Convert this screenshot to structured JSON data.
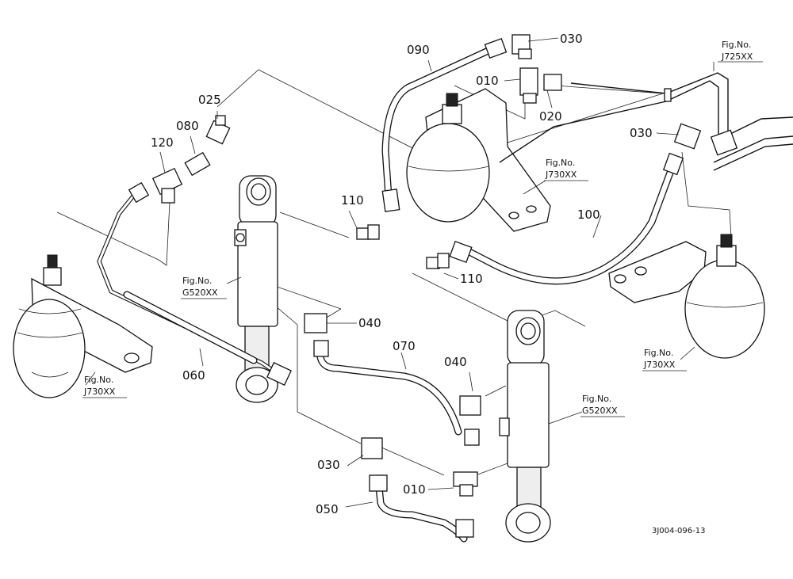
{
  "callouts": {
    "p025": "025",
    "p080": "080",
    "p120": "120",
    "p090": "090",
    "p030a": "030",
    "p010a": "010",
    "p020": "020",
    "p030b": "030",
    "p110a": "110",
    "p100": "100",
    "p110b": "110",
    "p040a": "040",
    "p070": "070",
    "p040b": "040",
    "p060": "060",
    "p030c": "030",
    "p010b": "010",
    "p050": "050"
  },
  "figure_refs": {
    "j725": {
      "line1": "Fig.No.",
      "line2": "J725XX"
    },
    "j730_center": {
      "line1": "Fig.No.",
      "line2": "J730XX"
    },
    "g520_left": {
      "line1": "Fig.No.",
      "line2": "G520XX"
    },
    "g520_right": {
      "line1": "Fig.No.",
      "line2": "G520XX"
    },
    "j730_right": {
      "line1": "Fig.No.",
      "line2": "J730XX"
    },
    "j730_left": {
      "line1": "Fig.No.",
      "line2": "J730XX"
    }
  },
  "drawing_code": "3J004-096-13"
}
